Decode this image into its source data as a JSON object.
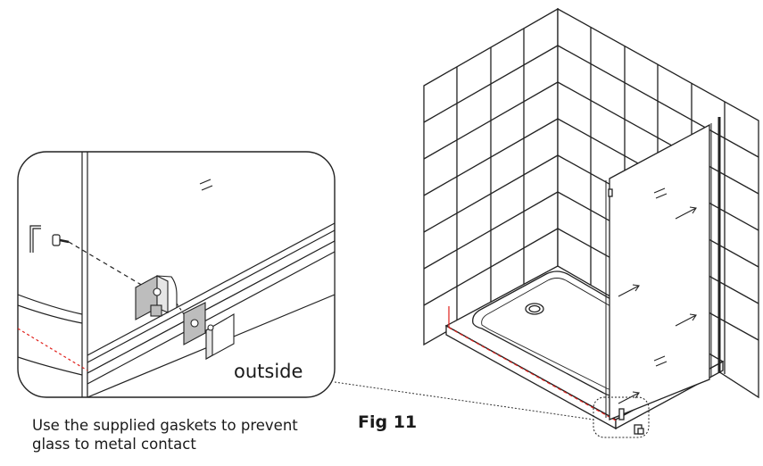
{
  "figure": {
    "label": "Fig 11",
    "caption": "Use the supplied gaskets to prevent glass to metal contact",
    "inset_label": "outside"
  },
  "colors": {
    "line": "#222222",
    "dashed_red": "#e0201b",
    "background": "#ffffff",
    "gray_part": "#bdbdbd"
  },
  "icons": [
    "screw-icon",
    "gasket-icon",
    "bracket-icon",
    "glass-icon",
    "tray-icon",
    "wall-tiles-icon",
    "drain-icon",
    "arrow-icon"
  ]
}
